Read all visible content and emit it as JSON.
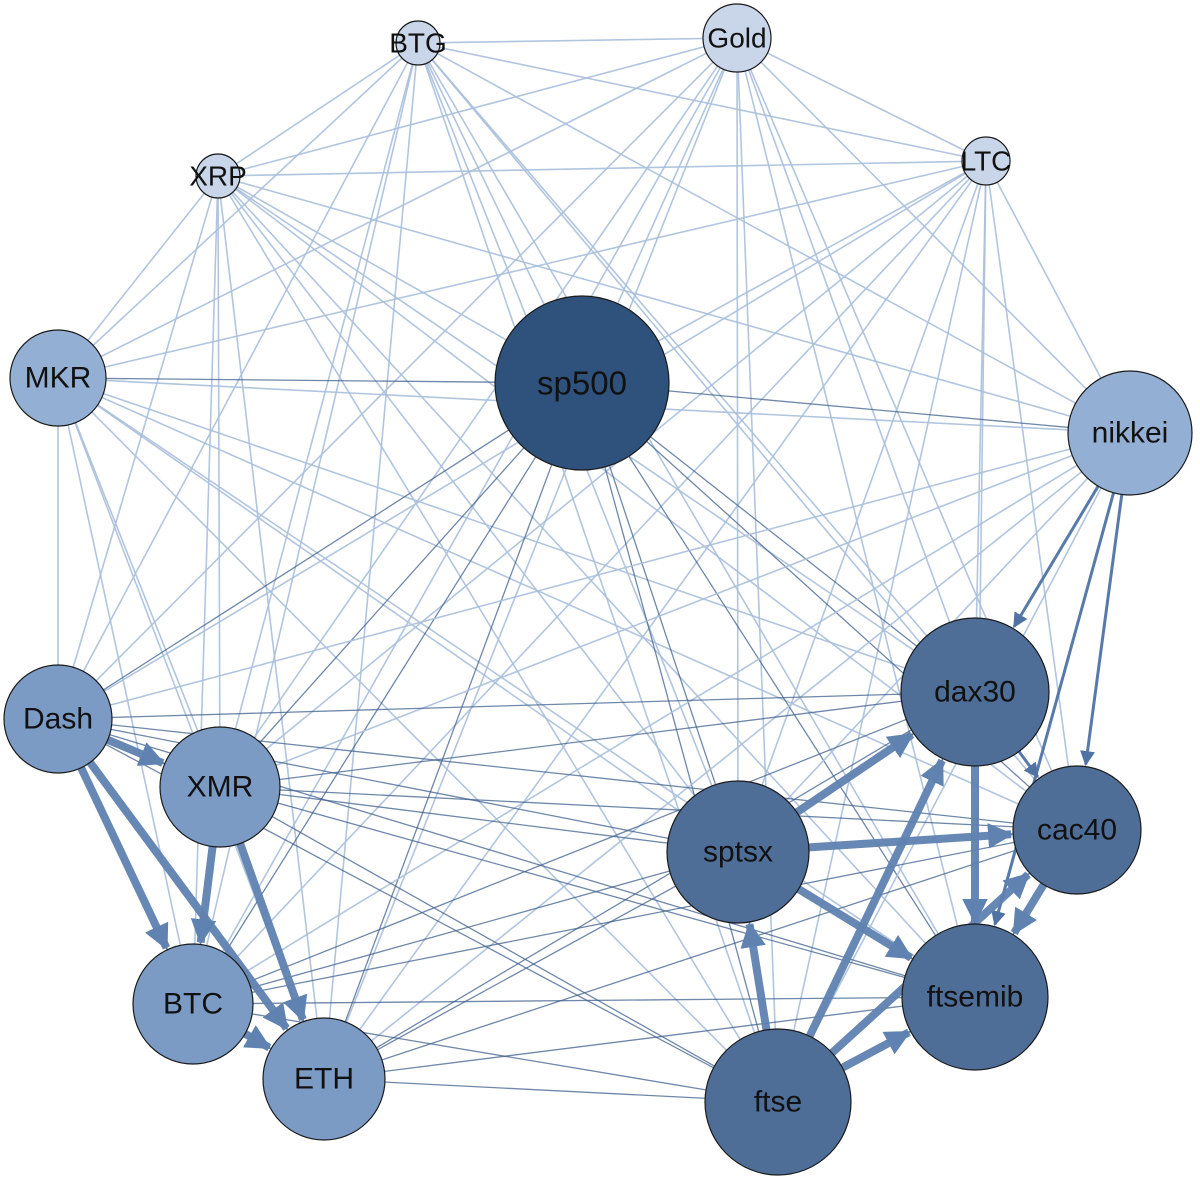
{
  "nodes": [
    {
      "id": "BTG",
      "label": "BTG",
      "tier": 0
    },
    {
      "id": "Gold",
      "label": "Gold",
      "tier": 0
    },
    {
      "id": "XRP",
      "label": "XRP",
      "tier": 0
    },
    {
      "id": "LTC",
      "label": "LTC",
      "tier": 0
    },
    {
      "id": "MKR",
      "label": "MKR",
      "tier": 1
    },
    {
      "id": "sp500",
      "label": "sp500",
      "tier": 4
    },
    {
      "id": "nikkei",
      "label": "nikkei",
      "tier": 1
    },
    {
      "id": "Dash",
      "label": "Dash",
      "tier": 2
    },
    {
      "id": "XMR",
      "label": "XMR",
      "tier": 2
    },
    {
      "id": "dax30",
      "label": "dax30",
      "tier": 3
    },
    {
      "id": "cac40",
      "label": "cac40",
      "tier": 3
    },
    {
      "id": "sptsx",
      "label": "sptsx",
      "tier": 3
    },
    {
      "id": "BTC",
      "label": "BTC",
      "tier": 2
    },
    {
      "id": "ETH",
      "label": "ETH",
      "tier": 2
    },
    {
      "id": "ftse",
      "label": "ftse",
      "tier": 3
    },
    {
      "id": "ftsemib",
      "label": "ftsemib",
      "tier": 3
    }
  ],
  "strong_edges": [
    {
      "from": "Dash",
      "to": "BTC"
    },
    {
      "from": "Dash",
      "to": "ETH"
    },
    {
      "from": "Dash",
      "to": "XMR"
    },
    {
      "from": "XMR",
      "to": "BTC"
    },
    {
      "from": "XMR",
      "to": "ETH"
    },
    {
      "from": "BTC",
      "to": "ETH"
    },
    {
      "from": "sptsx",
      "to": "dax30"
    },
    {
      "from": "sptsx",
      "to": "cac40"
    },
    {
      "from": "sptsx",
      "to": "ftsemib"
    },
    {
      "from": "dax30",
      "to": "ftsemib"
    },
    {
      "from": "cac40",
      "to": "ftsemib"
    },
    {
      "from": "ftse",
      "to": "sptsx"
    },
    {
      "from": "ftse",
      "to": "dax30"
    },
    {
      "from": "ftse",
      "to": "ftsemib"
    },
    {
      "from": "ftse",
      "to": "cac40"
    }
  ],
  "medium_edges": [
    {
      "from": "nikkei",
      "to": "dax30"
    },
    {
      "from": "nikkei",
      "to": "cac40"
    },
    {
      "from": "nikkei",
      "to": "ftsemib"
    },
    {
      "from": "dax30",
      "to": "cac40"
    }
  ],
  "colors": {
    "tier0": "#c9d6ea",
    "tier1": "#93b0d4",
    "tier2": "#7b9bc5",
    "tier3": "#4e6e98",
    "tier4": "#2f527d",
    "edge_light": "#a8bfdc",
    "edge_mid": "#6f8fba",
    "edge_dark": "#3f5f8c",
    "node_stroke": "#1a1a1a"
  }
}
